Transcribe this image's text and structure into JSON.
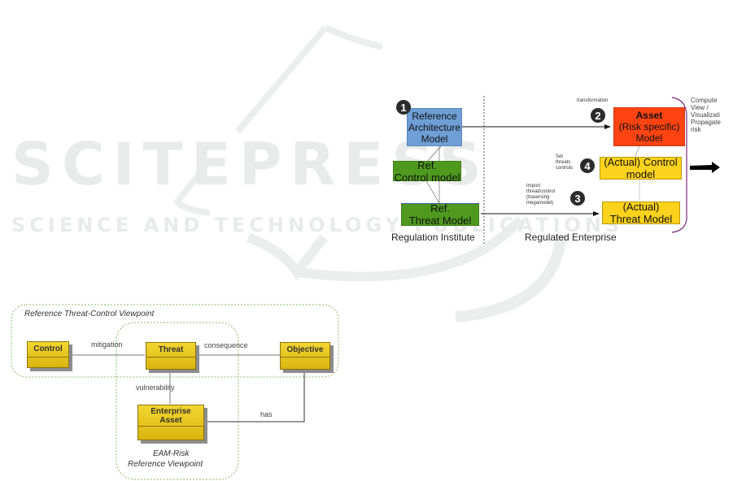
{
  "watermark": {
    "title": "SCITEPRESS",
    "subtitle": "SCIENCE AND TECHNOLOGY PUBLICATIONS"
  },
  "megamodel_diagram": {
    "regions": {
      "left": "Regulation Institute",
      "right": "Regulated Enterprise"
    },
    "nodes": {
      "ref_arch": {
        "line1": "Reference",
        "line2": "Architecture",
        "line3": "Model",
        "color": "#6f9fd6"
      },
      "ref_control": {
        "line1": "Ref.",
        "line2": "Control model",
        "color": "#4f9a1e"
      },
      "ref_threat": {
        "line1": "Ref.",
        "line2": "Threat Model",
        "color": "#4f9a1e"
      },
      "asset": {
        "line1": "Asset",
        "line2": "(Risk specific)",
        "line3": "Model",
        "color": "#ff4412"
      },
      "actual_control": {
        "line1": "(Actual) Control",
        "line2": "model",
        "color": "#fcd21c"
      },
      "actual_threat": {
        "line1": "(Actual)",
        "line2": "Threat Model",
        "color": "#fcd21c"
      }
    },
    "steps": [
      "1",
      "2",
      "3",
      "4"
    ],
    "edge_labels": {
      "transformation": "transformation",
      "set_threats": [
        "Set",
        "threats",
        "controls"
      ],
      "import": [
        "Import",
        "threat/control",
        "(traversing",
        "megamodel)"
      ]
    },
    "side_note": [
      "Compute",
      "View /",
      "Visualizati",
      "Propagate",
      "risk"
    ],
    "brace_color": "#7b2a7b"
  },
  "viewpoint_diagram": {
    "viewpoints": {
      "outer": "Reference Threat-Control Viewpoint",
      "inner_line1": "EAM-Risk",
      "inner_line2": "Reference Viewpoint"
    },
    "classes": {
      "control": "Control",
      "threat": "Threat",
      "objective": "Objective",
      "asset_line1": "Enterprise",
      "asset_line2": "Asset"
    },
    "associations": {
      "mitigation": "mitigation",
      "consequence": "consequence",
      "vulnerability": "vulnerability",
      "has": "has"
    }
  }
}
